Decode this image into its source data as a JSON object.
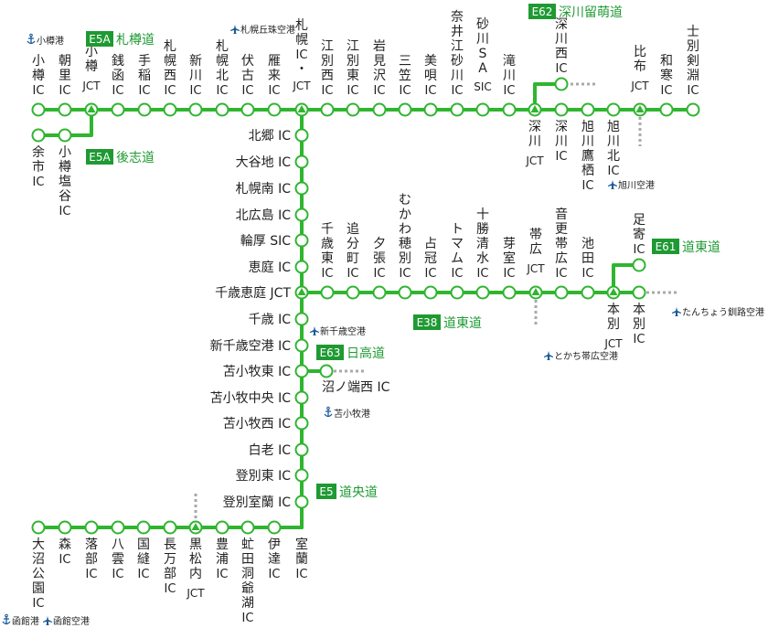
{
  "colors": {
    "line": "#2fb52f",
    "badge": "#1f9a33",
    "node_fill": "#ffffff",
    "jct_fill": "#2fb52f",
    "dotted": "#a9a9a9"
  },
  "routes": {
    "e5a_top": {
      "badge": "E5A",
      "name": "札樽道"
    },
    "e5a_left": {
      "badge": "E5A",
      "name": "後志道"
    },
    "e62": {
      "badge": "E62",
      "name": "深川留萌道"
    },
    "e61": {
      "badge": "E61",
      "name": "道東道"
    },
    "e38": {
      "badge": "E38",
      "name": "道東道"
    },
    "e63": {
      "badge": "E63",
      "name": "日高道"
    },
    "e5": {
      "badge": "E5",
      "name": "道央道"
    }
  },
  "top_line": [
    "小樽IC",
    "朝里IC",
    "小樽JCT",
    "銭函IC",
    "手稲IC",
    "札幌西IC",
    "新川IC",
    "札幌北IC",
    "伏古IC",
    "雁来IC",
    "札幌IC・JCT",
    "江別西IC",
    "江別東IC",
    "岩見沢IC",
    "三笠IC",
    "美唄IC",
    "奈井江砂川IC",
    "砂川SAスマートIC",
    "滝川IC",
    "深川JCT",
    "深川IC",
    "旭川鷹栖IC",
    "旭川北IC",
    "比布JCT",
    "和寒IC",
    "士別剣淵IC"
  ],
  "top_line_display": [
    "小樽IC",
    "朝里IC",
    "小樽JCT",
    "銭函IC",
    "手稲IC",
    "札幌西IC",
    "新川IC",
    "札幌北IC",
    "伏古IC",
    "雁来IC",
    "札幌IC・JCT",
    "江別西IC",
    "江別東IC",
    "岩見沢IC",
    "三笠IC",
    "美唄IC",
    "奈井江砂川IC",
    "砂川SA SIC",
    "滝川IC",
    "深川JCT",
    "深川IC",
    "旭川鷹栖IC",
    "旭川北IC",
    "比布JCT",
    "和寒IC",
    "士別剣淵IC"
  ],
  "shiribeshi": [
    "余市IC",
    "小樽塩谷IC"
  ],
  "rumoi": [
    "深川西IC"
  ],
  "vertical_e5": [
    "北郷 IC",
    "大谷地 IC",
    "札幌南 IC",
    "北広島 IC",
    "輪厚 SIC",
    "恵庭 IC",
    "千歳恵庭 JCT",
    "千歳 IC",
    "新千歳空港 IC",
    "苫小牧東 IC",
    "苫小牧中央 IC",
    "苫小牧西 IC",
    "白老 IC",
    "登別東 IC",
    "登別室蘭 IC"
  ],
  "e38_line": [
    "千歳東IC",
    "追分町IC",
    "夕張IC",
    "むかわ穂別IC",
    "占冠IC",
    "トマムIC",
    "十勝清水IC",
    "芽室IC",
    "帯広JCT",
    "音更帯広IC",
    "池田IC",
    "本別JCT",
    "本別IC"
  ],
  "e61_line": [
    "足寄IC"
  ],
  "e63_line": [
    "沼ノ端西 IC"
  ],
  "bottom_line": [
    "大沼公園IC",
    "森IC",
    "落部IC",
    "八雲IC",
    "国縫IC",
    "長万部IC",
    "黒松内JCT",
    "豊浦IC",
    "虻田洞爺湖IC",
    "伊達IC",
    "室蘭IC"
  ],
  "ports": [
    "小樽港",
    "苫小牧港",
    "函館港"
  ],
  "airports": [
    "札幌丘珠空港",
    "旭川空港",
    "新千歳空港",
    "とかち帯広空港",
    "たんちょう釧路空港",
    "函館空港"
  ]
}
